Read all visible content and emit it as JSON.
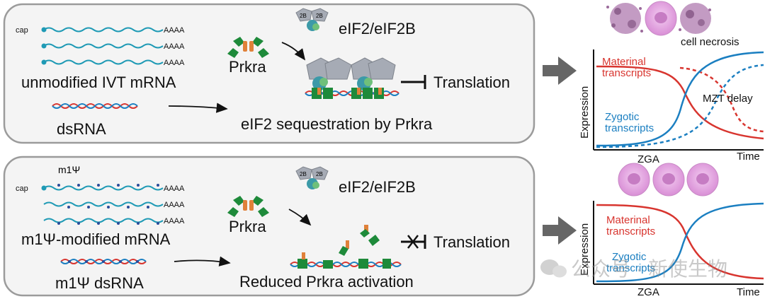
{
  "panel_top": {
    "cap_label": "cap",
    "polya_labels": [
      "AAAA",
      "AAAA",
      "AAAA"
    ],
    "mrna_label": "unmodified IVT mRNA",
    "dsrna_label": "dsRNA",
    "prkra_label": "Prkra",
    "eif_label": "eIF2/eIF2B",
    "eif2b_subunits": [
      "2B",
      "2B"
    ],
    "sequestration_label": "eIF2 sequestration by Prkra",
    "translation_label": "Translation"
  },
  "panel_bottom": {
    "modification_label": "m1Ψ",
    "cap_label": "cap",
    "polya_labels": [
      "AAAA",
      "AAAA",
      "AAAA"
    ],
    "mrna_label": "m1Ψ-modified mRNA",
    "dsrna_label": "m1Ψ dsRNA",
    "prkra_label": "Prkra",
    "eif_label": "eIF2/eIF2B",
    "eif2b_subunits": [
      "2B",
      "2B"
    ],
    "activation_label": "Reduced Prkra activation",
    "translation_label": "Translation"
  },
  "graph_top": {
    "ylabel": "Expression",
    "xlabel": "Time",
    "zga_label": "ZGA",
    "maternal_label_lines": [
      "Materinal",
      "transcripts"
    ],
    "zygotic_label_lines": [
      "Zygotic",
      "transcripts"
    ],
    "delay_label": "MZT delay",
    "necrosis_label": "cell necrosis"
  },
  "graph_bottom": {
    "ylabel": "Expression",
    "xlabel": "Time",
    "zga_label": "ZGA",
    "maternal_label_lines": [
      "Materinal",
      "transcripts"
    ],
    "zygotic_label_lines": [
      "Zygotic",
      "transcripts"
    ]
  },
  "watermark": {
    "text": "公众号 · 新使生物"
  },
  "colors": {
    "mrna": "#1f9ab5",
    "maternal": "#d8352f",
    "zygotic": "#1b7fc1",
    "prkra_green": "#1e8a3a",
    "prkra_orange": "#e0813a",
    "panel_fill": "#f4f4f4",
    "panel_stroke": "#9b9b9b",
    "arrow_gray": "#666666",
    "cell_pink": "#e9b4e6",
    "eif2b_gray": "#a6abb5"
  }
}
